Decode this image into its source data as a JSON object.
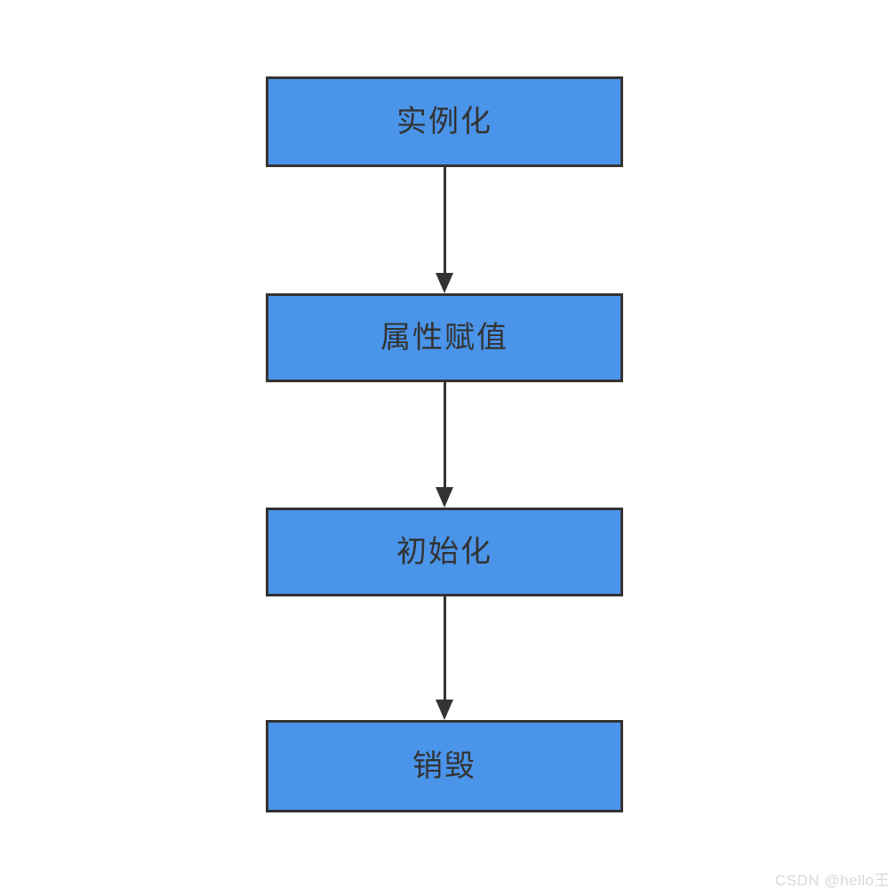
{
  "diagram": {
    "type": "flowchart",
    "direction": "top-to-bottom",
    "nodes": [
      {
        "id": "instantiate",
        "label": "实例化"
      },
      {
        "id": "property-assignment",
        "label": "属性赋值"
      },
      {
        "id": "initialize",
        "label": "初始化"
      },
      {
        "id": "destroy",
        "label": "销毁"
      }
    ],
    "edges": [
      {
        "from": "instantiate",
        "to": "property-assignment",
        "style": "solid-arrow"
      },
      {
        "from": "property-assignment",
        "to": "initialize",
        "style": "solid-arrow"
      },
      {
        "from": "initialize",
        "to": "destroy",
        "style": "solid-arrow"
      }
    ],
    "colors": {
      "node_fill": "#4a94e9",
      "node_border": "#333333",
      "node_text": "#333333",
      "arrow": "#333333",
      "background": "#ffffff"
    }
  },
  "watermark": {
    "text": "CSDN @hello王",
    "color": "#d9d9d9"
  }
}
